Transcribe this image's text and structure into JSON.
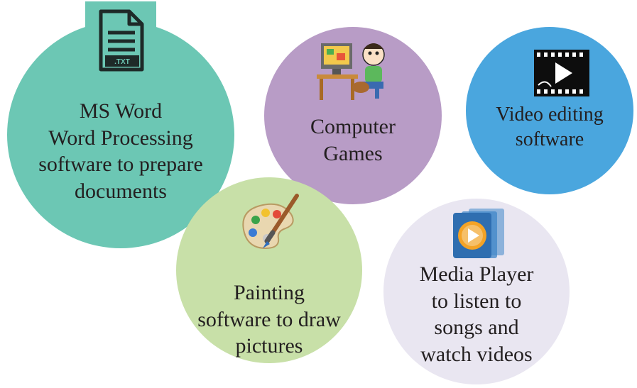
{
  "colors": {
    "word_circle": "#6cc7b4",
    "games_circle": "#b89cc6",
    "video_circle": "#4aa6de",
    "paint_circle": "#c8e0a8",
    "media_circle": "#e9e6f1"
  },
  "items": [
    {
      "icon": "txt-file-icon",
      "icon_text": ".TXT",
      "lines": [
        "MS Word",
        "Word Processing",
        "software to prepare",
        "documents"
      ]
    },
    {
      "icon": "computer-games-icon",
      "lines": [
        "Computer",
        "Games"
      ]
    },
    {
      "icon": "film-clapper-icon",
      "lines": [
        "Video editing",
        "software"
      ]
    },
    {
      "icon": "paint-palette-icon",
      "lines": [
        "Painting",
        "software to draw",
        "pictures"
      ]
    },
    {
      "icon": "media-player-icon",
      "lines": [
        "Media Player",
        "to listen to",
        "songs and",
        "watch videos"
      ]
    }
  ]
}
